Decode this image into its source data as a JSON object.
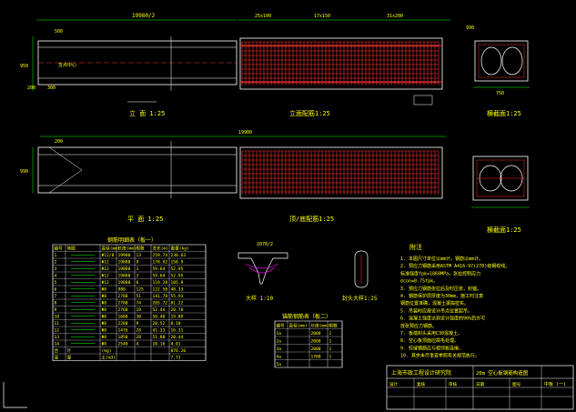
{
  "colors": {
    "background": "#000000",
    "line": "#ffffff",
    "rebar": "#ff3333",
    "dimension": "#00ff00",
    "text": "#ffff00",
    "accent": "#00ffff",
    "magenta": "#ff00ff"
  },
  "views": {
    "elevation_label": "立 面 1:25",
    "rebar_elevation_label": "立面配筋1:25",
    "plan_label": "平 面 1:25",
    "plan_rebar_label": "顶/底配筋1:25",
    "section1_label": "横截面1:25",
    "section2_label": "横截面1:25",
    "detail_a_label": "大样 1:10",
    "detail_b_label": "封头大样1:25",
    "support_label": "支点中心",
    "total_length_dim": "19980/2",
    "plan_length_dim": "19980",
    "dim_500": "500",
    "dim_200": "200",
    "dim_300": "300",
    "dim_950": "950",
    "dim_990": "990",
    "dim_750": "750",
    "dim_25x100": "25x100",
    "dim_17x150": "17x150",
    "dim_31x200": "31x200",
    "dim_2070": "2070/2"
  },
  "table1": {
    "title": "钢筋明细表（板一）",
    "headers": [
      "编号",
      "简图",
      "直径(mm)",
      "长度(mm)",
      "根数",
      "总长(m)",
      "重量(kg)"
    ],
    "rows": [
      [
        "1",
        "",
        "Φ12/8",
        "19980",
        "13",
        "259.74",
        "230.63"
      ],
      [
        "2",
        "",
        "Φ12",
        "19880",
        "9",
        "178.92",
        "158.9"
      ],
      [
        "3",
        "",
        "Φ12",
        "19880",
        "3",
        "59.64",
        "52.95"
      ],
      [
        "4",
        "",
        "Φ12",
        "19880",
        "3",
        "59.64",
        "52.95"
      ],
      [
        "5",
        "",
        "Φ12",
        "19880",
        "6",
        "119.28",
        "105.9"
      ],
      [
        "6",
        "",
        "Φ8",
        "980",
        "125",
        "122.50",
        "48.33"
      ],
      [
        "7",
        "",
        "Φ8",
        "2780",
        "51",
        "141.78",
        "55.93"
      ],
      [
        "8",
        "",
        "Φ8",
        "2780",
        "74",
        "205.72",
        "81.22"
      ],
      [
        "9",
        "",
        "Φ8",
        "2760",
        "19",
        "52.44",
        "20.70"
      ],
      [
        "10",
        "",
        "Φ8",
        "1680",
        "30",
        "50.40",
        "19.89"
      ],
      [
        "11",
        "",
        "Φ8",
        "2280",
        "9",
        "20.52",
        "8.10"
      ],
      [
        "12",
        "",
        "Φ8",
        "1476",
        "28",
        "41.33",
        "16.31"
      ],
      [
        "13",
        "",
        "Φ8",
        "1850",
        "28",
        "51.80",
        "20.44"
      ],
      [
        "14",
        "",
        "Φ8",
        "2540",
        "4",
        "10.16",
        "4.01"
      ]
    ],
    "footer": [
      [
        "合",
        "计",
        "(kg)",
        "",
        "",
        "",
        "876.26"
      ],
      [
        "混",
        "凝",
        "土(m3)",
        "",
        "",
        "",
        "7.71"
      ]
    ]
  },
  "table2": {
    "title": "锚筋钢筋表（板二）",
    "headers": [
      "编号",
      "直径(mm)",
      "长度(mm)",
      "根数"
    ],
    "rows": [
      [
        "1a",
        "",
        "2000",
        "1"
      ],
      [
        "2a",
        "",
        "2000",
        "1"
      ],
      [
        "3a",
        "",
        "2000",
        "1"
      ],
      [
        "4a",
        "",
        "1700",
        "1"
      ],
      [
        "5a",
        "",
        "",
        ""
      ]
    ]
  },
  "notes": {
    "title": "附注",
    "lines": [
      "1. 本图尺寸单位以mm计，钢筋以mm计。",
      "2. 预应力钢筋采用ASTM A416-97(270)级钢绞线。",
      "   标准强度fpk=1860MPa，张拉控制应力",
      "   σcon=0.75fpk。",
      "3. 预应力钢筋张拉后及时压浆，封锚。",
      "4. 钢筋保护层厚度为30mm，施工时注意",
      "   钢筋位置准确，混凝土振捣密实。",
      "5. 吊装时应按设计吊点位置起吊。",
      "6. 混凝土强度达到设计强度的90%后方可",
      "   放张预应力钢筋。",
      "7. 板端封头采用C30混凝土。",
      "8. 空心板顶面应凿毛处理。",
      "9. 铰缝钢筋应与相邻板连接。",
      "10. 其余未尽事宜参照有关规范执行。"
    ]
  },
  "title_block": {
    "org": "上海市政工程设计研究院",
    "drawing_title": "20m 空心板钢筋构造图",
    "sub": "中板 (一)",
    "fields": [
      "设计",
      "复核",
      "审核",
      "日期",
      "图号"
    ]
  }
}
